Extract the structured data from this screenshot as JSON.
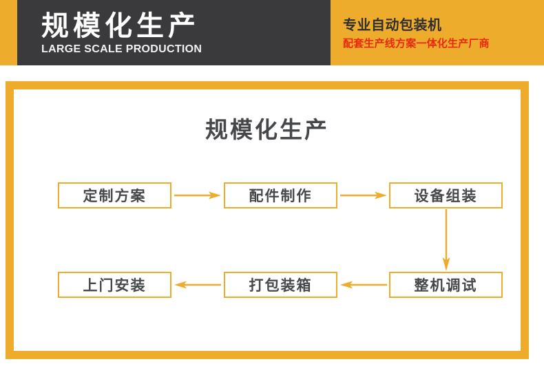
{
  "banner": {
    "brand_cn": "规模化生产",
    "brand_en": "LARGE SCALE PRODUCTION",
    "tagline_main": "专业自动包装机",
    "tagline_sub": "配套生产线方案一体化生产厂商",
    "colors": {
      "accent_yellow": "#eeac2c",
      "dark_panel": "#3a3a3c",
      "red_text": "#e8290f",
      "white_text": "#ffffff"
    }
  },
  "panel": {
    "title": "规模化生产",
    "frame_color": "#eeac2c",
    "flow": {
      "nodes": [
        {
          "label": "定制方案"
        },
        {
          "label": "配件制作"
        },
        {
          "label": "设备组装"
        },
        {
          "label": "整机调试"
        },
        {
          "label": "打包装箱"
        },
        {
          "label": "上门安装"
        }
      ],
      "arrows": [
        {
          "name": "arrow-right-1",
          "direction": "right"
        },
        {
          "name": "arrow-right-2",
          "direction": "right"
        },
        {
          "name": "arrow-down-1",
          "direction": "down"
        },
        {
          "name": "arrow-left-1",
          "direction": "left"
        },
        {
          "name": "arrow-left-2",
          "direction": "left"
        }
      ]
    }
  }
}
